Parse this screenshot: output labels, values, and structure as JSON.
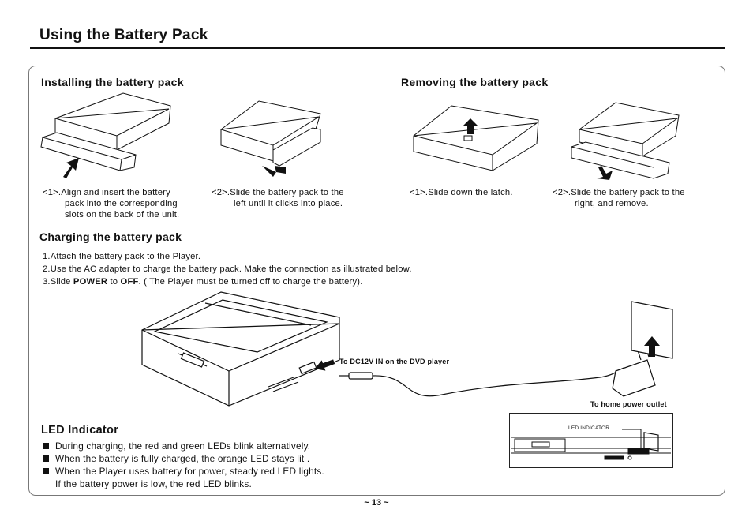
{
  "page": {
    "title": "Using the Battery Pack",
    "page_number": "~ 13 ~"
  },
  "installing": {
    "heading": "Installing the battery pack",
    "step1": [
      "<1>.Align and insert the battery",
      "pack into the corresponding",
      "slots on the back of the unit."
    ],
    "step2": [
      "<2>.Slide the battery pack to the",
      "left until it clicks into place."
    ]
  },
  "removing": {
    "heading": "Removing the battery pack",
    "step1": [
      "<1>.Slide down the latch."
    ],
    "step2": [
      "<2>.Slide the battery pack to the",
      "right, and remove."
    ]
  },
  "charging": {
    "heading": "Charging the battery pack",
    "line1": "1.Attach the battery pack to the Player.",
    "line2": "2.Use the AC adapter to charge the battery pack. Make the connection as illustrated below.",
    "line3_prefix": "3.Slide ",
    "line3_bold1": "POWER",
    "line3_mid": " to ",
    "line3_bold2": "OFF",
    "line3_suffix": ". ( The Player must be turned off to charge the battery).",
    "callout_dc": "To DC12V IN on the DVD player",
    "callout_outlet": "To home power outlet"
  },
  "led": {
    "heading": "LED Indicator",
    "bullets": [
      "During charging, the red and green LEDs blink alternatively.",
      "When the battery is fully charged, the orange LED stays lit .",
      "When the Player uses battery for power, steady red LED lights."
    ],
    "continuation": "If the battery power is low, the red LED blinks.",
    "diagram_label": "LED INDICATOR"
  }
}
